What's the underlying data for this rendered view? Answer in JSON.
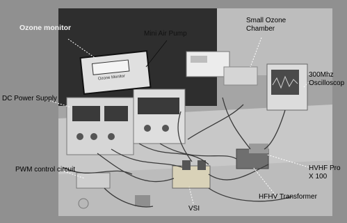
{
  "labels": {
    "ozone_monitor": "Ozone monitor",
    "mini_air_pump": "Mini Air Pump",
    "small_ozone_chamber": "Small Ozone\nChamber",
    "oscilloscope": "300Mhz\nOscilloscop",
    "dc_power_supply": "DC Power Supply",
    "hvhf_probe": "HVHF Pro\nX 100",
    "pwm_control_circuit": "PWM control circuit",
    "hfhv_transformer": "HFHV Transformer",
    "vsi": "VSI"
  },
  "device_text": {
    "ozone_monitor_screen": "Ozone Monitor"
  }
}
